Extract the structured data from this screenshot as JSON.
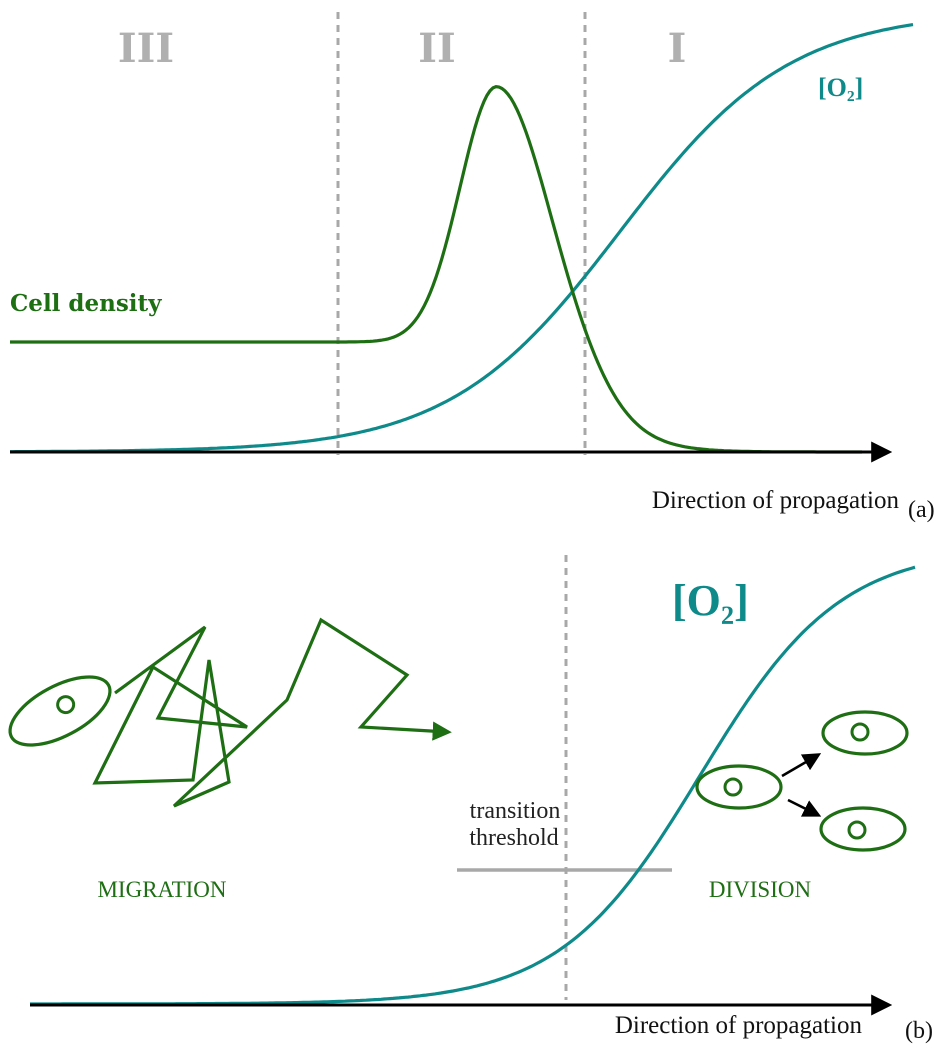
{
  "colors": {
    "oxygen": "#0e8a8a",
    "cell": "#1e6e14",
    "divider": "#a8a8a8",
    "axis": "#000000"
  },
  "panel_a": {
    "regions": [
      "III",
      "II",
      "I"
    ],
    "cell_density_label": "Cell density",
    "oxygen_label": "[O₂]",
    "axis_label": "Direction of propagation",
    "tag": "(a)"
  },
  "panel_b": {
    "oxygen_label": "[O₂]",
    "threshold_line1": "transition",
    "threshold_line2": "threshold",
    "migration_label": "MIGRATION",
    "division_label": "DIVISION",
    "axis_label": "Direction of propagation",
    "tag": "(b)"
  },
  "icons": [
    "cell-icon",
    "random-walk-path",
    "division-arrow"
  ]
}
